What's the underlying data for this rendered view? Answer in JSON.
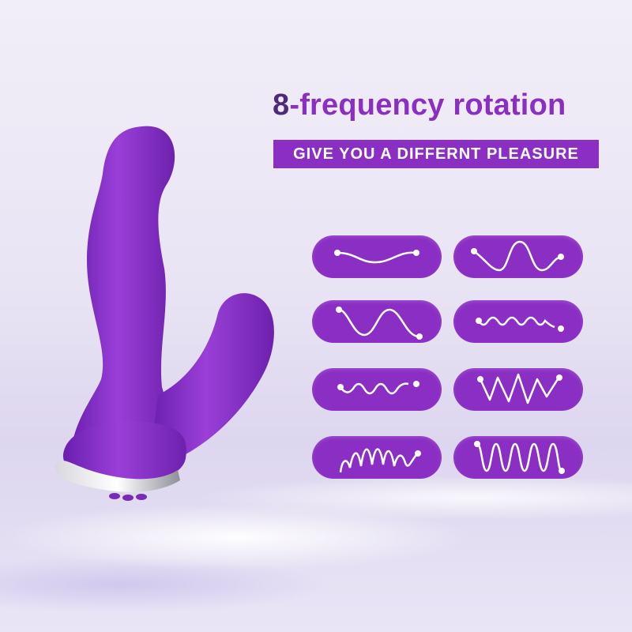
{
  "headline": {
    "number": "8",
    "rest": "-frequency rotation"
  },
  "subtitle": "GIVE YOU A DIFFERNT PLEASURE",
  "frequency_modes": [
    {
      "icon": "slow-wave-icon"
    },
    {
      "icon": "big-wave-icon"
    },
    {
      "icon": "double-wave-icon"
    },
    {
      "icon": "ripple-wave-icon"
    },
    {
      "icon": "zigzag-wave-icon"
    },
    {
      "icon": "spike-wave-icon"
    },
    {
      "icon": "pulse-wave-icon"
    },
    {
      "icon": "dense-wave-icon"
    }
  ],
  "colors": {
    "accent_purple": "#8b2fc4",
    "headline_purple": "#8a2fc1",
    "headline_number": "#4d2a78",
    "product_purple": "#8a30c9"
  }
}
